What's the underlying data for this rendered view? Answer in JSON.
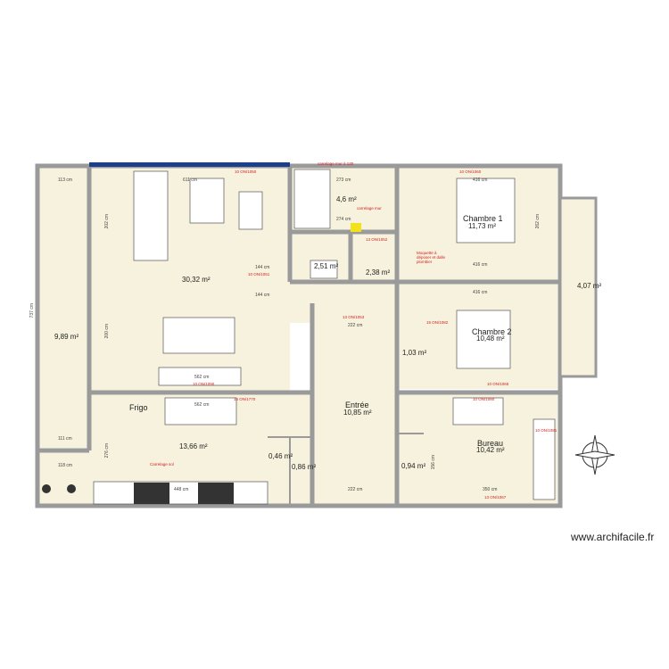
{
  "rooms": {
    "living": {
      "area": "30,32 m²"
    },
    "bath": {
      "area": "4,6 m²"
    },
    "wc": {
      "area": "2,51 m²"
    },
    "dressing": {
      "area": "2,38 m²"
    },
    "chambre1": {
      "name": "Chambre 1",
      "area": "11,73 m²"
    },
    "balcony": {
      "area": "4,07 m²"
    },
    "chambre2": {
      "name": "Chambre 2",
      "area": "10,48 m²"
    },
    "corridor": {
      "area": "1,03 m²"
    },
    "loggia": {
      "area": "9,89 m²"
    },
    "entree": {
      "name": "Entrée",
      "area": "10,85 m²"
    },
    "kitchen": {
      "area": "13,66 m²"
    },
    "closet1": {
      "area": "0,46 m²"
    },
    "closet2": {
      "area": "0,86 m²"
    },
    "closet3": {
      "area": "0,94 m²"
    },
    "bureau": {
      "name": "Bureau",
      "area": "10,42 m²"
    }
  },
  "labels": {
    "frigo": "Frigo",
    "watermark": "www.archifacile.fr"
  },
  "dims": {
    "d737": "737 cm",
    "d611": "611 cm",
    "d416a": "416 cm",
    "d416b": "416 cm",
    "d416c": "416 cm",
    "d562a": "562 cm",
    "d562b": "562 cm",
    "d222a": "222 cm",
    "d222b": "222 cm",
    "d144a": "144 cm",
    "d144b": "144 cm",
    "d113": "113 cm",
    "d111": "111 cm",
    "d118": "118 cm",
    "d274": "274 cm",
    "d273": "273 cm",
    "d350": "350 cm",
    "d448": "448 cm",
    "d202": "202 cm",
    "d200": "200 cm",
    "d262": "262 cm",
    "d276": "276 cm",
    "d156": "156 cm"
  },
  "notes": {
    "n1": "carrelage mur à 120",
    "n2": "10 ON/1050",
    "n3": "13 ON/1052",
    "n4": "10 ON/1051",
    "n5": "10 ON/1060",
    "n6": "13 ON/1053",
    "n7": "16 ON/1770",
    "n8": "10 ON/1065",
    "n9": "10 ON/1080",
    "n10": "10 ON/1090",
    "n11": "13 ON/1067",
    "n12": "carrelage mur",
    "n13": "Carrelage sol",
    "n14": "Moquette à déposer et dalle plombier",
    "n15": "10 ON/1081",
    "n16": "15 ON/1082"
  }
}
